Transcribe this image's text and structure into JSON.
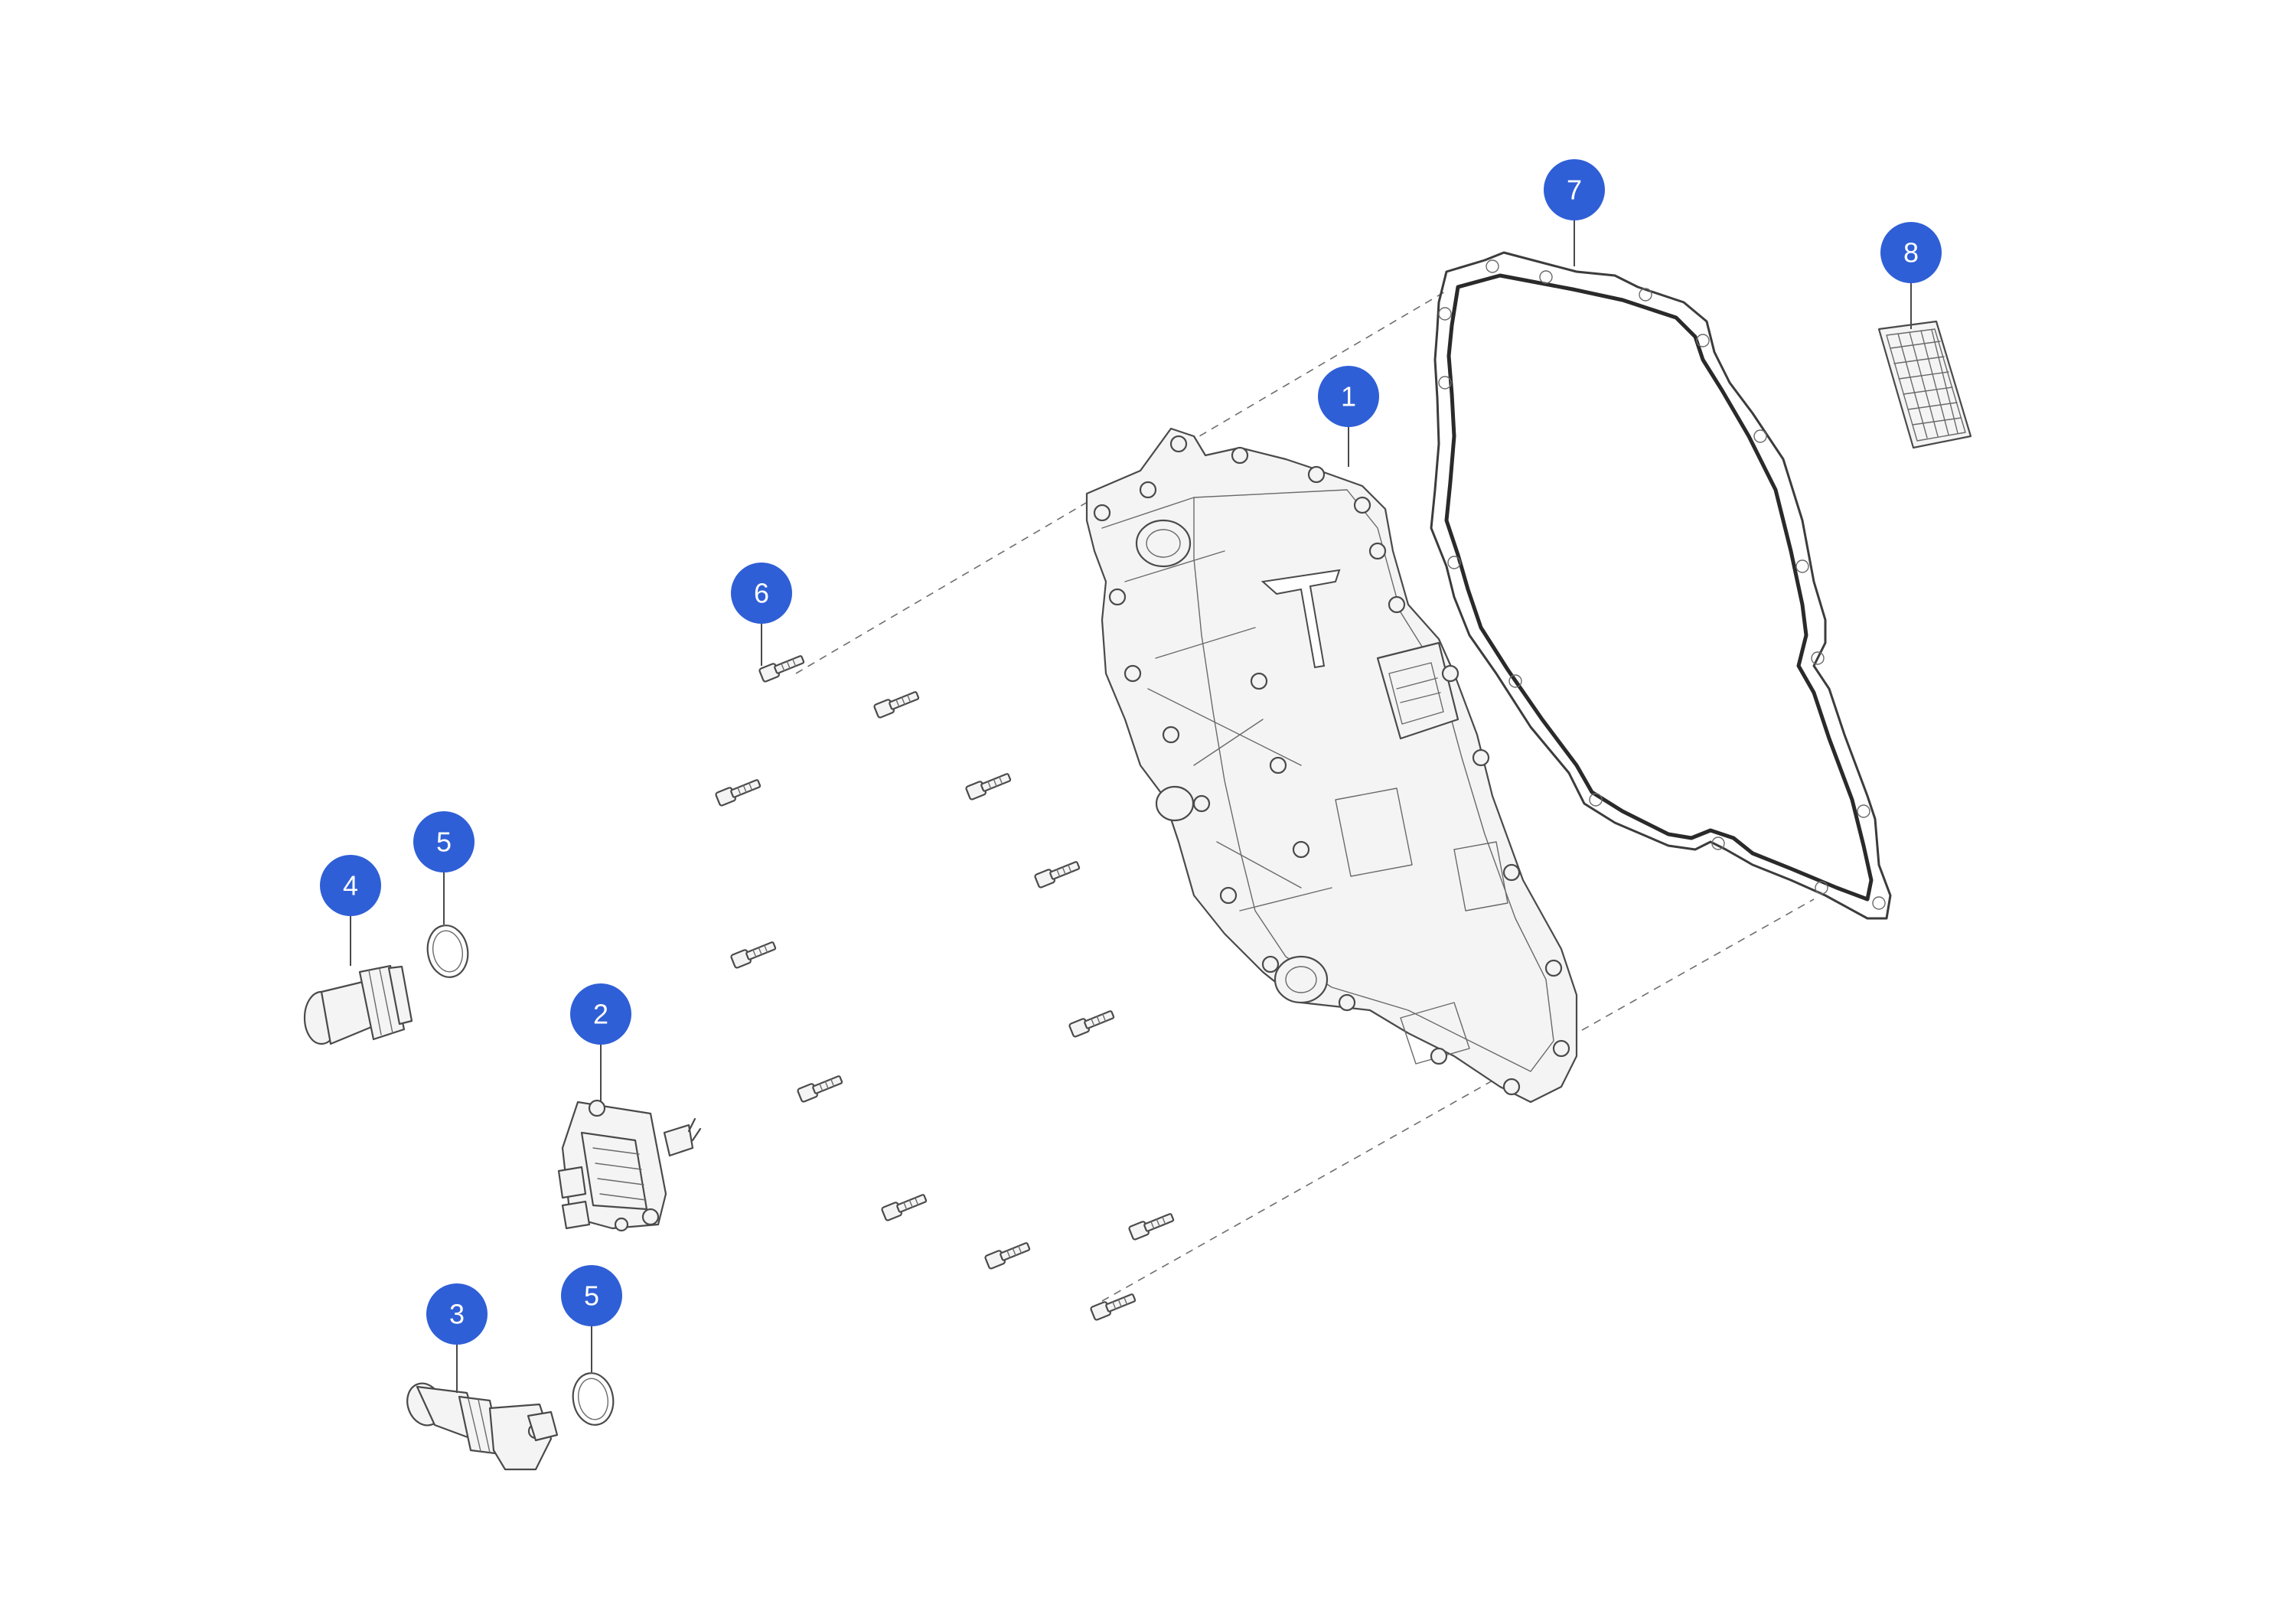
{
  "callouts": [
    {
      "id": "callout-1",
      "label": "1"
    },
    {
      "id": "callout-2",
      "label": "2"
    },
    {
      "id": "callout-3",
      "label": "3"
    },
    {
      "id": "callout-4",
      "label": "4"
    },
    {
      "id": "callout-5a",
      "label": "5"
    },
    {
      "id": "callout-5b",
      "label": "5"
    },
    {
      "id": "callout-6",
      "label": "6"
    },
    {
      "id": "callout-7",
      "label": "7"
    },
    {
      "id": "callout-8",
      "label": "8"
    }
  ],
  "colors": {
    "callout_fill": "#2f5fd6",
    "callout_text": "#ffffff",
    "line_art": "#4a4a4a",
    "background": "#ffffff"
  }
}
